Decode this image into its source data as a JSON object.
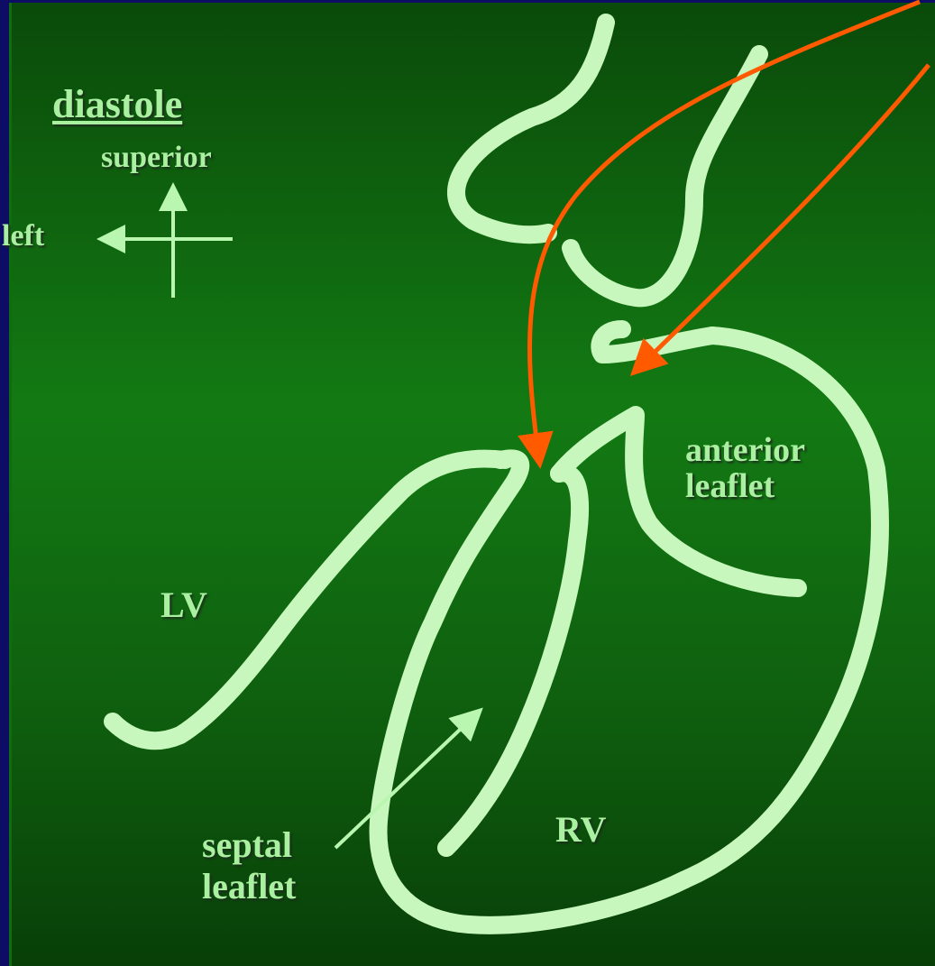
{
  "diagram": {
    "title": "diastole",
    "orientation": {
      "up": "superior",
      "left": "left"
    },
    "labels": {
      "lv": "LV",
      "rv": "RV",
      "anterior_line1": "anterior",
      "anterior_line2": "leaflet",
      "septal_line1": "septal",
      "septal_line2": "leaflet"
    },
    "colors": {
      "background_outer": "#0d0d66",
      "background_green": "#137a13",
      "outline": "#c8f7bd",
      "label_text": "#a9f0a0",
      "pointer_orange": "#ff5a00",
      "pointer_green": "#b9f7b0"
    }
  }
}
